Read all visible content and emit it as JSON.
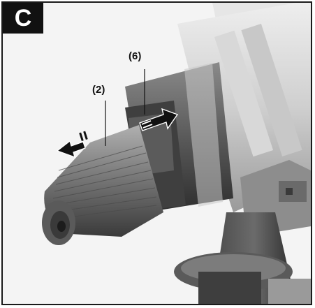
{
  "figure": {
    "badge": "C",
    "labels": {
      "chuck_tip": "(2)",
      "locking_sleeve": "(6)"
    }
  },
  "icons": [
    "arrow-left-icon",
    "arrow-right-icon"
  ],
  "colors": {
    "frame": "#1a1a1a",
    "badge_bg": "#111111",
    "badge_text": "#ffffff"
  }
}
